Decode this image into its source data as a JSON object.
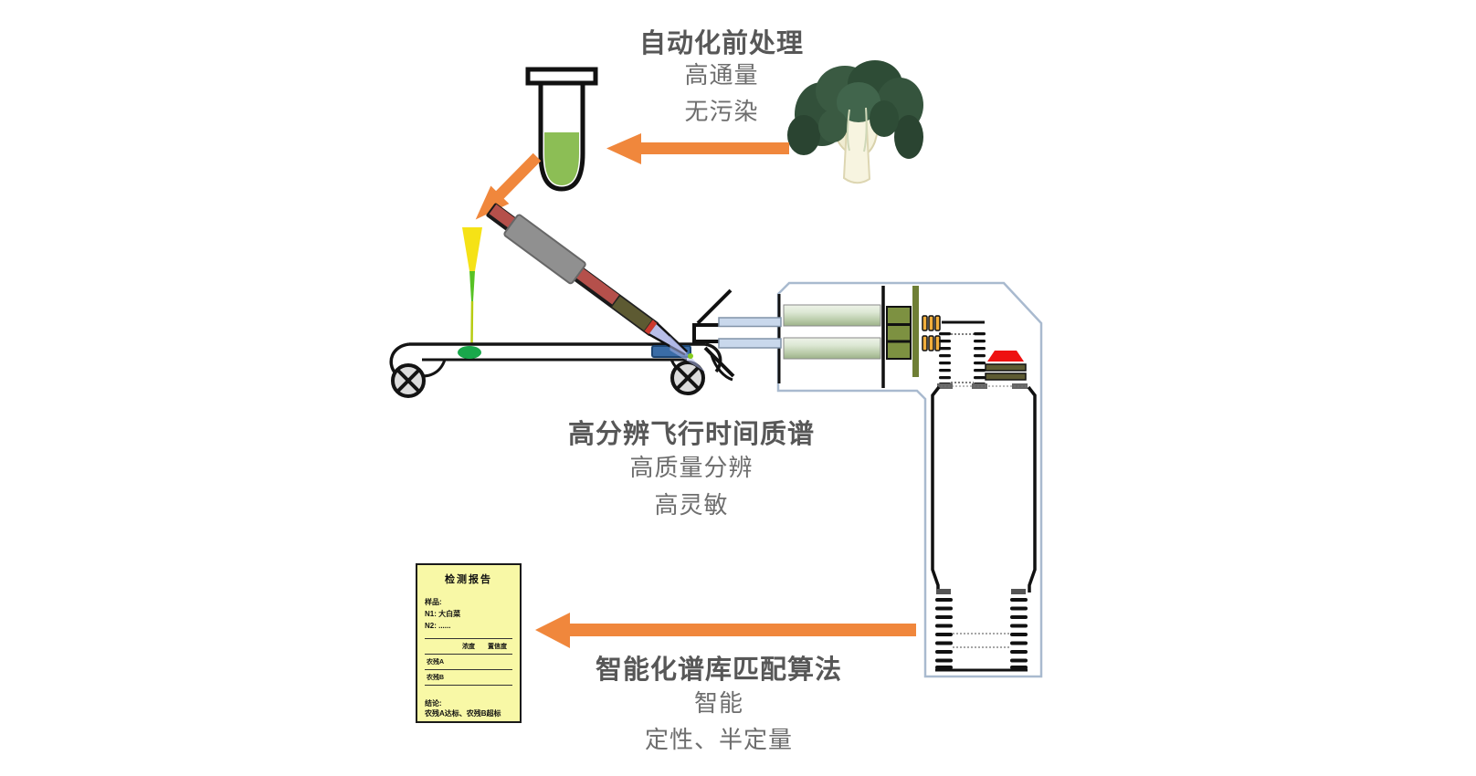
{
  "steps": {
    "pretreatment": {
      "title": "自动化前处理",
      "features": [
        "高通量",
        "无污染"
      ]
    },
    "tof": {
      "title": "高分辨飞行时间质谱",
      "features": [
        "高质量分辨",
        "高灵敏"
      ]
    },
    "matching": {
      "title": "智能化谱库匹配算法",
      "features": [
        "智能",
        "定性、半定量"
      ]
    }
  },
  "report": {
    "title": "检测报告",
    "sample_label": "样品:",
    "sample_lines": [
      "N1: 大白菜",
      "N2: ......"
    ],
    "table": {
      "headers": [
        "浓度",
        "置信度"
      ],
      "rows": [
        "农残A",
        "农残B"
      ]
    },
    "conclusion_label": "结论:",
    "conclusion": "农残A达标、农残B超标"
  },
  "icons": {
    "vegetable": "bok-choy",
    "sample_tube": "centrifuge-tube-green-extract",
    "pipette": "yellow-pipette-tip",
    "conveyor": "sample-conveyor-belt",
    "probe": "desorption-ionization-probe",
    "spectrometer": "time-of-flight-mass-spectrometer",
    "arrows": "orange-flow-arrows"
  },
  "colors": {
    "arrow_orange": "#F0873C",
    "text_gray": "#575757",
    "report_yellow": "#F8F8A6",
    "extract_green": "#8CBE55",
    "sample_spot_green": "#19A84B",
    "chamber_outline_blue": "#A9BACF",
    "lens_olive": "#7D9141",
    "grid_orange": "#F2AE3C",
    "detector_red": "#EE1111"
  }
}
